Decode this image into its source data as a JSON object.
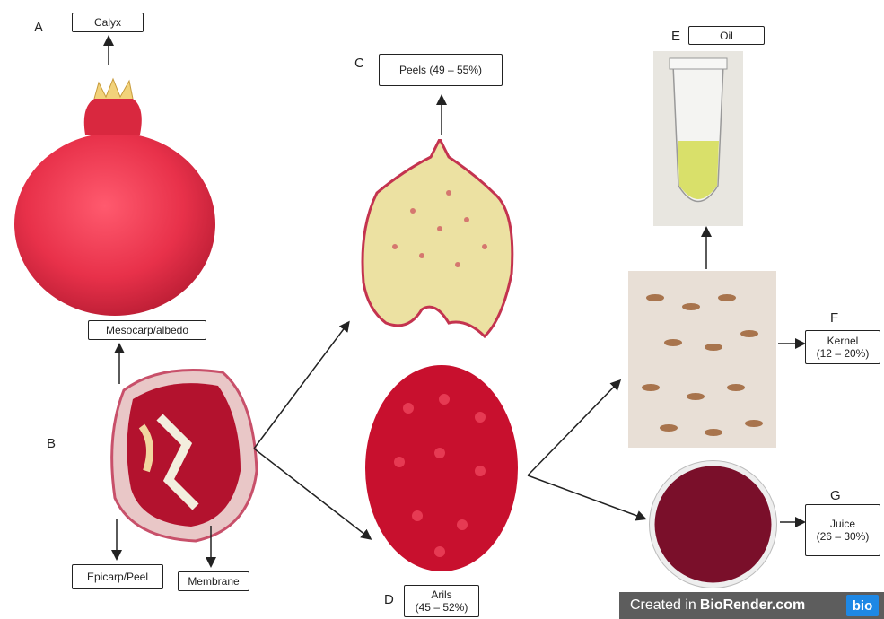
{
  "letters": {
    "a": "A",
    "b": "B",
    "c": "C",
    "d": "D",
    "e": "E",
    "f": "F",
    "g": "G"
  },
  "labels": {
    "calyx": "Calyx",
    "mesocarp": "Mesocarp/albedo",
    "epicarp": "Epicarp/Peel",
    "membrane": "Membrane",
    "peels": "Peels (49 – 55%)",
    "arils_line1": "Arils",
    "arils_line2": "(45 – 52%)",
    "oil": "Oil",
    "kernel_line1": "Kernel",
    "kernel_line2": "(12 – 20%)",
    "juice_line1": "Juice",
    "juice_line2": "(26 – 30%)"
  },
  "banner": {
    "prefix": "Created in",
    "brand": "BioRender.com",
    "logo": "bio"
  },
  "colors": {
    "pomegranate": "#e8314a",
    "aril": "#c8102e",
    "peel": "#e9e0a0",
    "oil": "#d9e06a",
    "kernel": "#a8744d",
    "juice": "#7a0f2a",
    "banner": "#5d5d5d",
    "logo": "#1e88e5"
  }
}
